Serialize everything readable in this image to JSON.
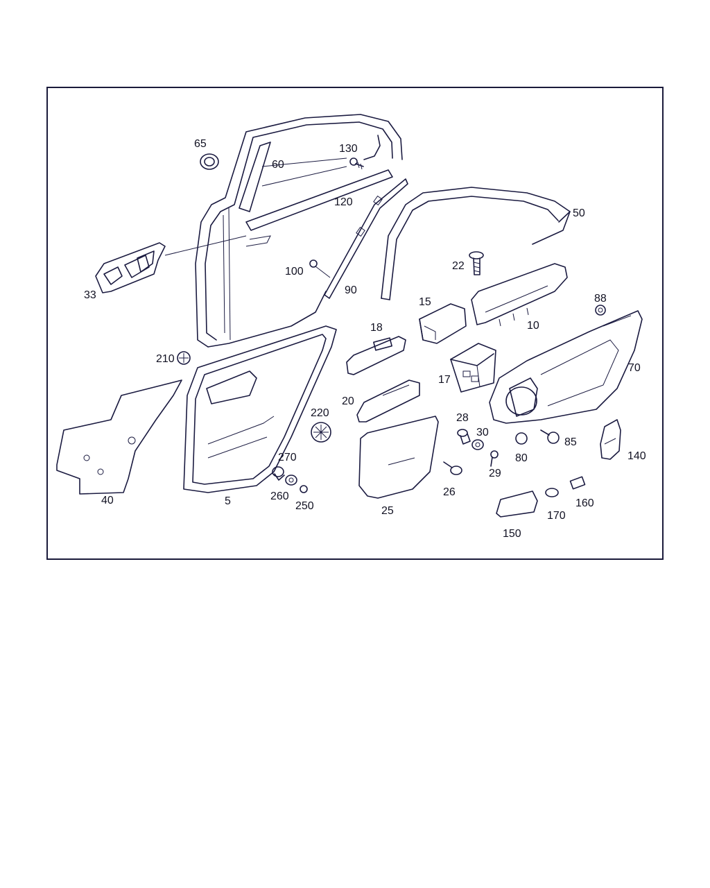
{
  "diagram": {
    "labels": [
      {
        "id": "65",
        "text": "65"
      },
      {
        "id": "60",
        "text": "60"
      },
      {
        "id": "130",
        "text": "130"
      },
      {
        "id": "120",
        "text": "120"
      },
      {
        "id": "50",
        "text": "50"
      },
      {
        "id": "22",
        "text": "22"
      },
      {
        "id": "100",
        "text": "100"
      },
      {
        "id": "90",
        "text": "90"
      },
      {
        "id": "33",
        "text": "33"
      },
      {
        "id": "15",
        "text": "15"
      },
      {
        "id": "10",
        "text": "10"
      },
      {
        "id": "88",
        "text": "88"
      },
      {
        "id": "18",
        "text": "18"
      },
      {
        "id": "210",
        "text": "210"
      },
      {
        "id": "17",
        "text": "17"
      },
      {
        "id": "70",
        "text": "70"
      },
      {
        "id": "20",
        "text": "20"
      },
      {
        "id": "220",
        "text": "220"
      },
      {
        "id": "28",
        "text": "28"
      },
      {
        "id": "30",
        "text": "30"
      },
      {
        "id": "85",
        "text": "85"
      },
      {
        "id": "140",
        "text": "140"
      },
      {
        "id": "270",
        "text": "270"
      },
      {
        "id": "80",
        "text": "80"
      },
      {
        "id": "29",
        "text": "29"
      },
      {
        "id": "40",
        "text": "40"
      },
      {
        "id": "5",
        "text": "5"
      },
      {
        "id": "260",
        "text": "260"
      },
      {
        "id": "250",
        "text": "250"
      },
      {
        "id": "26",
        "text": "26"
      },
      {
        "id": "160",
        "text": "160"
      },
      {
        "id": "25",
        "text": "25"
      },
      {
        "id": "170",
        "text": "170"
      },
      {
        "id": "150",
        "text": "150"
      }
    ]
  }
}
